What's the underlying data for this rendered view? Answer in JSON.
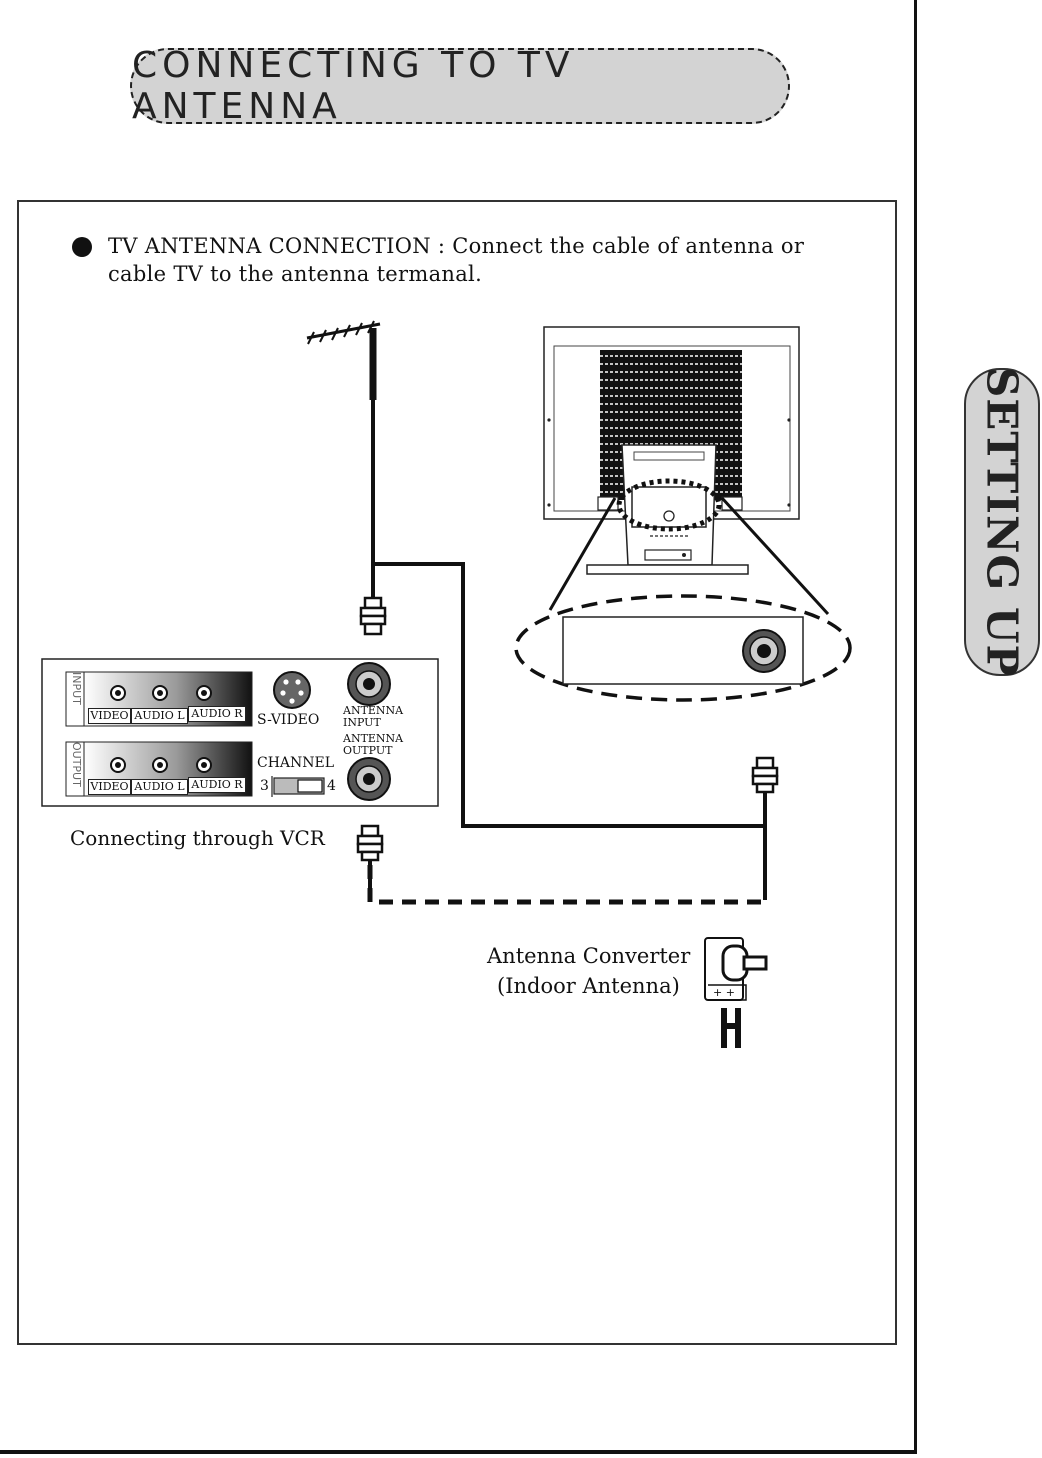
{
  "header": {
    "title": "CONNECTING TO TV ANTENNA"
  },
  "side_tab": {
    "label": "SETTING UP"
  },
  "instruction": {
    "text": "TV ANTENNA CONNECTION : Connect the cable of antenna or cable TV to the antenna termanal."
  },
  "vcr_panel": {
    "input_group_label": "INPUT",
    "output_group_label": "OUTPUT",
    "port_labels": [
      "VIDEO",
      "AUDIO L",
      "AUDIO R"
    ],
    "svideo_label": "S-VIDEO",
    "antenna_input_label": "ANTENNA INPUT",
    "antenna_output_label": "ANTENNA OUTPUT",
    "channel_label": "CHANNEL",
    "channel_low": "3",
    "channel_high": "4"
  },
  "captions": {
    "vcr": "Connecting through VCR",
    "converter_line1": "Antenna Converter",
    "converter_line2": "(Indoor Antenna)",
    "converter_terminals": "+ +"
  }
}
